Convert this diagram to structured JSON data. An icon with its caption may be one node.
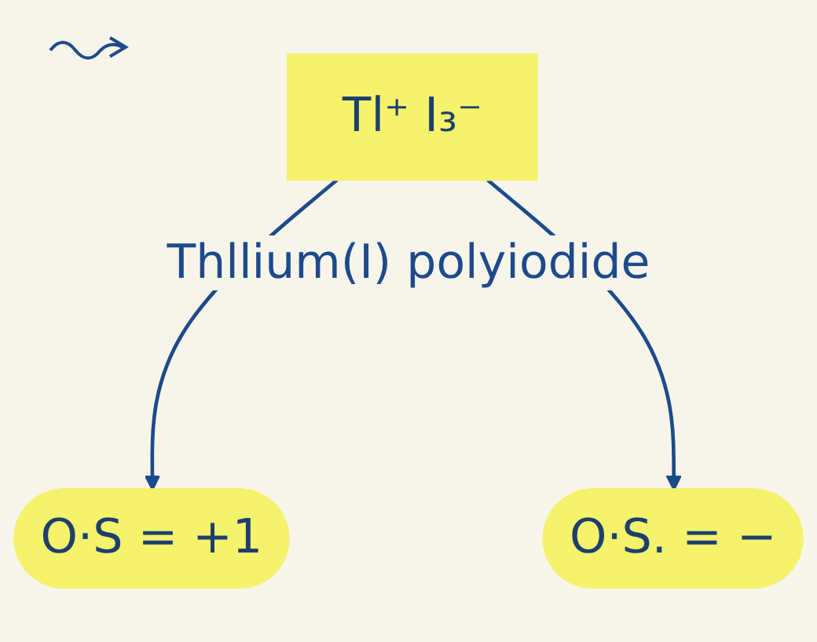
{
  "diagram": {
    "nodes": [
      {
        "text": [
          "Tl⁺ I₃⁻"
        ]
      },
      {
        "text": [
          "O·S = +1"
        ]
      },
      {
        "text": [
          "O·S. = −"
        ]
      }
    ],
    "edges": [
      {
        "from": 0,
        "to": 1,
        "arrow": "to"
      },
      {
        "from": 0,
        "to": 2,
        "arrow": "to"
      }
    ],
    "labels": [
      "Thllium(I) polyiodide"
    ]
  }
}
